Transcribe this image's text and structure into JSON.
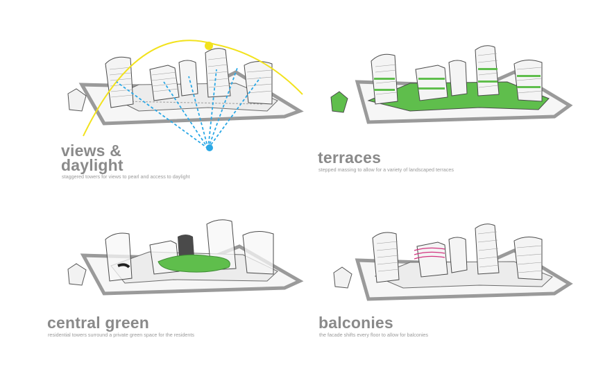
{
  "panels": [
    {
      "title_line1": "views &",
      "title_line2": "daylight",
      "caption": "staggered towers for views to pearl and access to daylight"
    },
    {
      "title_line1": "terraces",
      "title_line2": "",
      "caption": "stepped massing to allow for a variety of landscaped terraces"
    },
    {
      "title_line1": "central green",
      "title_line2": "",
      "caption": "residential towers surround a private green space for the residents"
    },
    {
      "title_line1": "balconies",
      "title_line2": "",
      "caption": "the facade shifts every floor to allow for balconies"
    }
  ],
  "colors": {
    "accent_sun": "#f2e21d",
    "view_lines": "#2aa8e6",
    "green": "#5fbe4c",
    "balcony": "#d2337f",
    "title_text": "#8a8a8a"
  }
}
